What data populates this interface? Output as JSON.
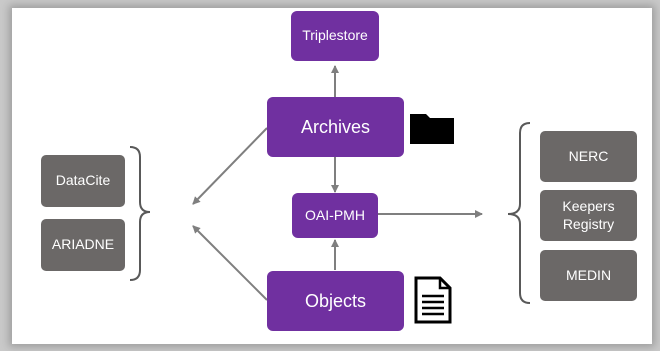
{
  "nodes": {
    "triplestore": "Triplestore",
    "archives": "Archives",
    "oai_pmh": "OAI-PMH",
    "objects": "Objects",
    "datacite": "DataCite",
    "ariadne": "ARIADNE",
    "nerc": "NERC",
    "keepers_registry": "Keepers\nRegistry",
    "medin": "MEDIN"
  },
  "icons": {
    "archives_icon": "folder-icon",
    "objects_icon": "document-icon"
  },
  "colors": {
    "purple_node": "#7030a0",
    "gray_node": "#6b6867",
    "connector": "#7f7f7f"
  }
}
